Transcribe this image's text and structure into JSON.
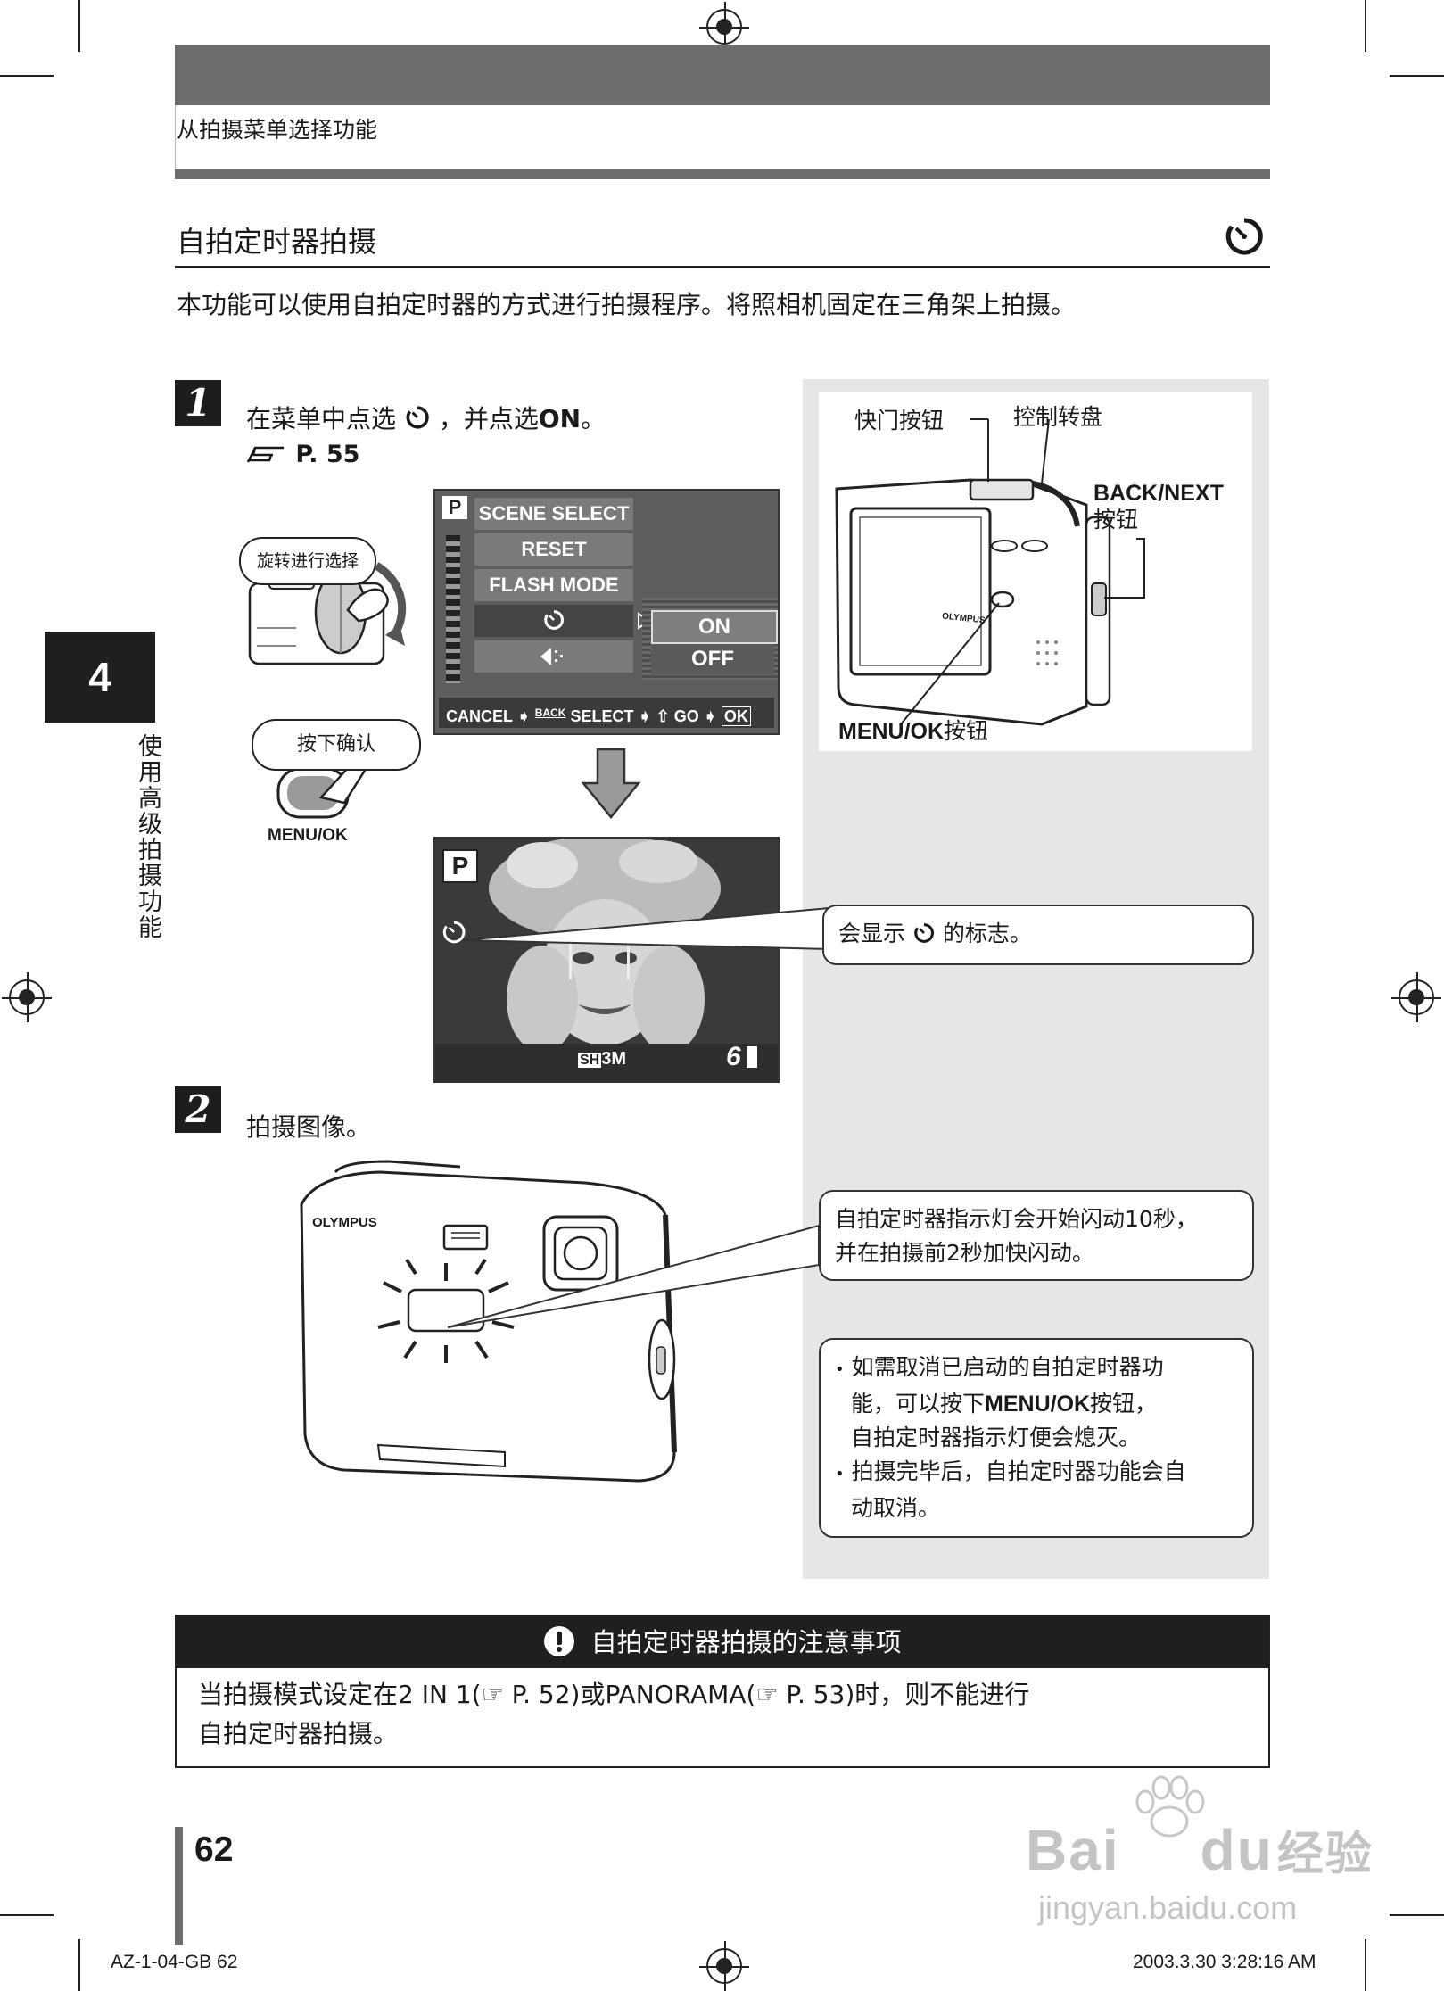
{
  "header": {
    "section": "从拍摄菜单选择功能"
  },
  "title": {
    "text": "自拍定时器拍摄",
    "icon": "self-timer-icon"
  },
  "intro": "本功能可以使用自拍定时器的方式进行拍摄程序。将照相机固定在三角架上拍摄。",
  "step1": {
    "number": "1",
    "text_a": "在菜单中点选",
    "text_b": "，并点选",
    "text_on": "ON",
    "text_end": "。",
    "ref": "P. 55",
    "dial_bubble": "旋转进行选择",
    "press_bubble": "按下确认",
    "button_label": "MENU/OK",
    "lcd": {
      "mode": "P",
      "menu": [
        "SCENE SELECT",
        "RESET",
        "FLASH MODE"
      ],
      "options": [
        "ON",
        "OFF"
      ],
      "bottom": {
        "cancel": "CANCEL",
        "back": "BACK",
        "select": "SELECT",
        "go": "GO",
        "ok": "OK"
      }
    },
    "preview": {
      "mode": "P",
      "quality": "SH",
      "size": "3M",
      "count": "6"
    }
  },
  "step2": {
    "number": "2",
    "text": "拍摄图像。",
    "brand": "OLYMPUS"
  },
  "diagram": {
    "shutter": "快门按钮",
    "dial": "控制转盘",
    "back_next": "BACK/NEXT",
    "back_next_sub": "按钮",
    "menu_ok": "MENU/OK",
    "menu_ok_sub": "按钮",
    "brand": "OLYMPUS"
  },
  "callouts": {
    "mark_a": "会显示",
    "mark_b": "的标志。",
    "lamp_1": "自拍定时器指示灯会开始闪动10秒，",
    "lamp_2": "并在拍摄前2秒加快闪动。",
    "tip1_a": "如需取消已启动的自拍定时器功",
    "tip1_b": "能，可以按下",
    "tip1_bold": "MENU/OK",
    "tip1_c": "按钮，",
    "tip1_d": "自拍定时器指示灯便会熄灭。",
    "tip2_a": "拍摄完毕后，自拍定时器功能会自",
    "tip2_b": "动取消。"
  },
  "note": {
    "title": "自拍定时器拍摄的注意事项",
    "line1_a": "当拍摄模式设定在2 IN 1(",
    "line1_b": " P. 52)或PANORAMA(",
    "line1_c": " P. 53)时，则不能进行",
    "line2": "自拍定时器拍摄。"
  },
  "chapter": {
    "number": "4",
    "label": "使用高级拍摄功能"
  },
  "page_number": "62",
  "footer": {
    "left": "AZ-1-04-GB   62",
    "right": "2003.3.30    3:28:16 AM"
  },
  "watermark": {
    "logo": "Bai",
    "logo2": "du",
    "cn": "经验",
    "url": "jingyan.baidu.com"
  }
}
